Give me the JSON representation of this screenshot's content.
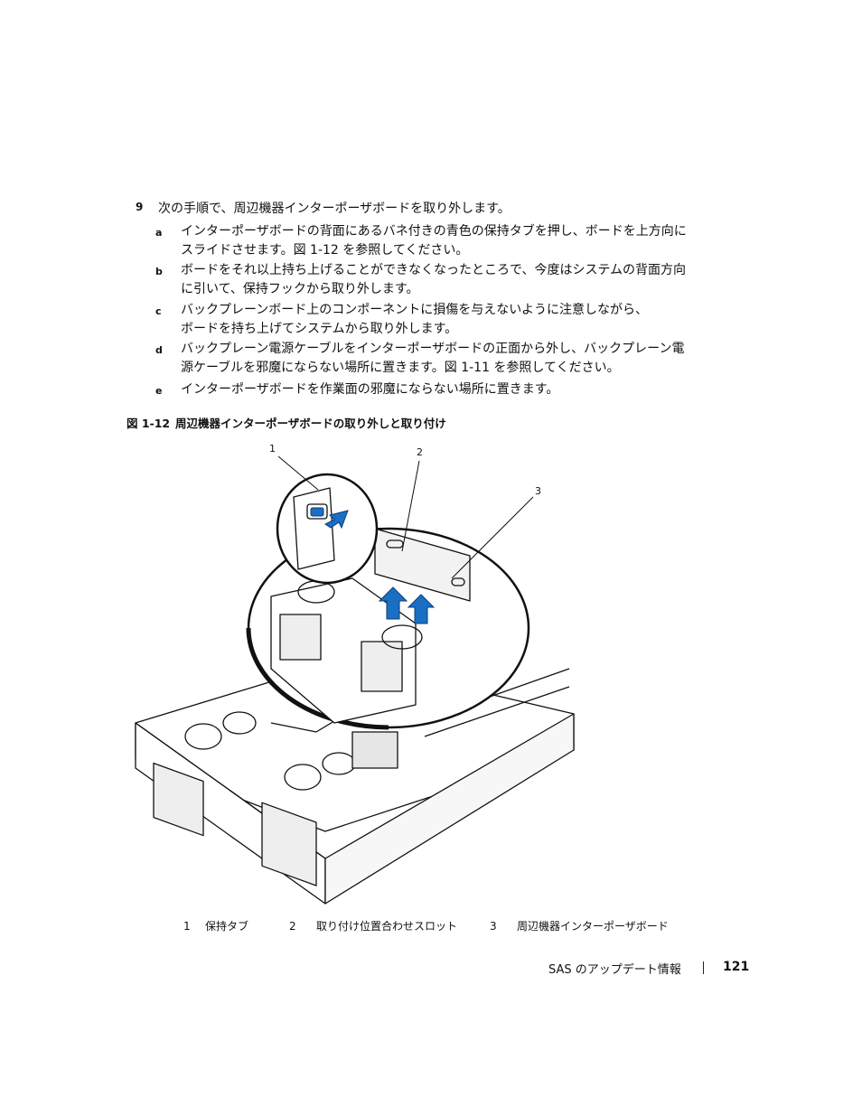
{
  "step": {
    "number": "9",
    "text": "次の手順で、周辺機器インターポーザボードを取り外します。",
    "substeps": [
      {
        "letter": "a",
        "text": "インターポーザボードの背面にあるバネ付きの青色の保持タブを押し、ボードを上方向に\nスライドさせます。図 1-12 を参照してください。"
      },
      {
        "letter": "b",
        "text": "ボードをそれ以上持ち上げることができなくなったところで、今度はシステムの背面方向\nに引いて、保持フックから取り外します。"
      },
      {
        "letter": "c",
        "text": "バックプレーンボード上のコンポーネントに損傷を与えないように注意しながら、\nボードを持ち上げてシステムから取り外します。"
      },
      {
        "letter": "d",
        "text": "バックプレーン電源ケーブルをインターポーザボードの正面から外し、バックプレーン電\n源ケーブルを邪魔にならない場所に置きます。図 1-11 を参照してください。"
      },
      {
        "letter": "e",
        "text": "インターポーザボードを作業面の邪魔にならない場所に置きます。"
      }
    ]
  },
  "figure": {
    "label": "図 1-12",
    "title": "周辺機器インターポーザボードの取り外しと取り付け",
    "callouts": [
      "1",
      "2",
      "3"
    ],
    "accent_color": "#1a6fc4"
  },
  "legend": [
    {
      "num": "1",
      "text": "保持タブ"
    },
    {
      "num": "2",
      "text": "取り付け位置合わせスロット"
    },
    {
      "num": "3",
      "text": "周辺機器インターポーザボード"
    }
  ],
  "footer": {
    "section": "SAS のアップデート情報",
    "page": "121"
  }
}
